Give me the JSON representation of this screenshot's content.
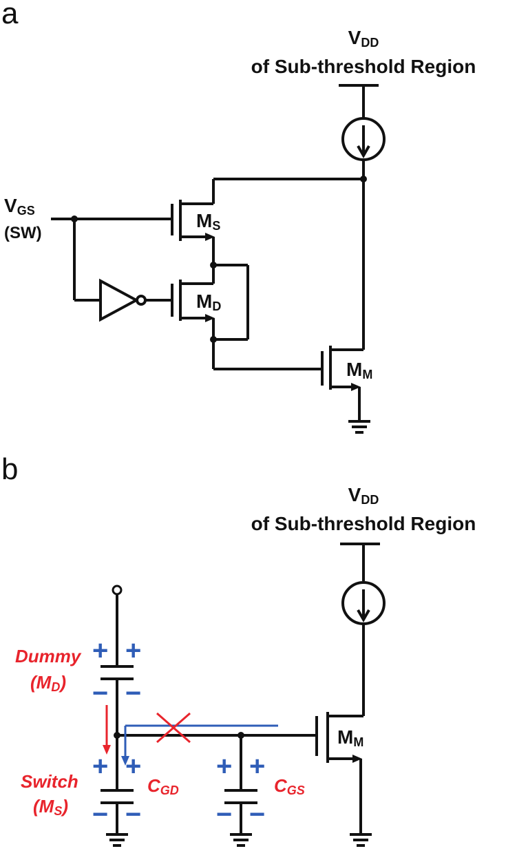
{
  "panels": {
    "a": {
      "letter": "a",
      "vdd_main": "V",
      "vdd_sub": "DD",
      "vdd_region": "of Sub-threshold Region",
      "vgs_main": "V",
      "vgs_sub": "GS",
      "vgs_sw": "(SW)",
      "ms_main": "M",
      "ms_sub": "S",
      "md_main": "M",
      "md_sub": "D",
      "mm_main": "M",
      "mm_sub": "M"
    },
    "b": {
      "letter": "b",
      "vdd_main": "V",
      "vdd_sub": "DD",
      "vdd_region": "of Sub-threshold Region",
      "mm_main": "M",
      "mm_sub": "M",
      "dummy_label": "Dummy",
      "dummy_paren_open": "(M",
      "dummy_sub": "D",
      "dummy_paren_close": ")",
      "switch_label": "Switch",
      "switch_paren_open": "(M",
      "switch_sub": "S",
      "switch_paren_close": ")",
      "cgd_main": "C",
      "cgd_sub": "GD",
      "cgs_main": "C",
      "cgs_sub": "GS",
      "plus": "+",
      "minus": "−"
    }
  },
  "colors": {
    "wire": "#111111",
    "red": "#e8242c",
    "blue": "#2f5db7"
  }
}
